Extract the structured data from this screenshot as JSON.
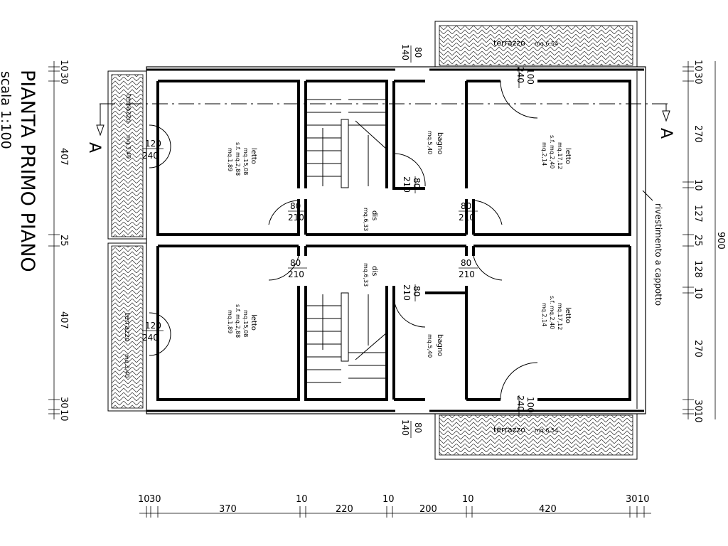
{
  "title": "PIANTA PRIMO PIANO",
  "scale": "scala 1:100",
  "section_label": "A",
  "insulation_note": "rivestimento a cappotto",
  "rooms": {
    "letto_left": {
      "name": "letto",
      "area": "mq.15,08",
      "sf": "s.f. mq.2,88",
      "ratio": "mq.1,89"
    },
    "letto_right": {
      "name": "letto",
      "area": "mq.17,12",
      "sf": "s.f. mq.2,40",
      "ratio": "mq.2,14"
    },
    "bagno": {
      "name": "bagno",
      "area": "mq.5,40"
    },
    "dis": {
      "name": "dis",
      "area": "mq.6,33"
    }
  },
  "terraces": {
    "small": {
      "name": "terrazzo",
      "area": "mq.3,40"
    },
    "large": {
      "name": "terrazzo",
      "area": "mq.6,54"
    }
  },
  "openings": {
    "door": {
      "w": "80",
      "h": "210"
    },
    "window": {
      "w": "120",
      "h": "240"
    },
    "french": {
      "w": "100",
      "h": "240"
    },
    "bath_window": {
      "w": "80",
      "h": "140"
    }
  },
  "dims": {
    "bottom": [
      "10",
      "30",
      "370",
      "10",
      "220",
      "10",
      "200",
      "10",
      "420",
      "30",
      "10"
    ],
    "left": [
      "10",
      "30",
      "407",
      "25",
      "407",
      "30",
      "10"
    ],
    "right": [
      "10",
      "30",
      "270",
      "10",
      "127",
      "25",
      "128",
      "10",
      "270",
      "30",
      "10"
    ],
    "right_total": "900"
  },
  "colors": {
    "line": "#000000",
    "hatch": "#333333",
    "background": "#ffffff"
  }
}
